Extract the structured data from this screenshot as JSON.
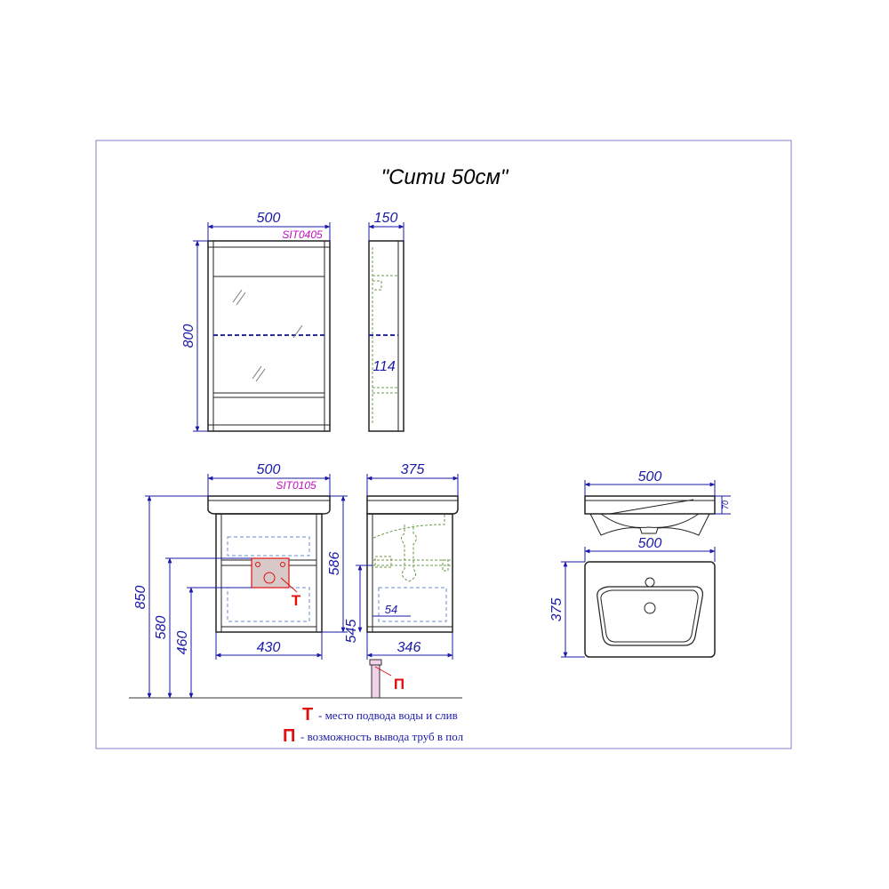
{
  "title": "\"Сити 50см\"",
  "mirror_cabinet": {
    "code": "SIT0405",
    "width": "500",
    "height": "800",
    "depth": "150",
    "shelf_depth": "114"
  },
  "vanity": {
    "code": "SIT0105",
    "width": "500",
    "inner_width": "430",
    "total_height": "850",
    "height_580": "580",
    "height_460": "460",
    "height_586": "586",
    "depth": "375",
    "inner_depth": "346",
    "height_545": "545",
    "offset_54": "54"
  },
  "basin": {
    "side_width": "500",
    "side_height": "70",
    "top_width": "500",
    "top_depth": "375"
  },
  "markers": {
    "t": "Т",
    "p": "П"
  },
  "legend": [
    {
      "symbol": "Т",
      "text": "- место подвода воды и слив"
    },
    {
      "symbol": "П",
      "text": "- возможность вывода труб в пол"
    }
  ],
  "colors": {
    "dimension": "#1a1aa8",
    "code": "#c010c0",
    "marker": "#e01010",
    "frame": "#8080c8"
  }
}
